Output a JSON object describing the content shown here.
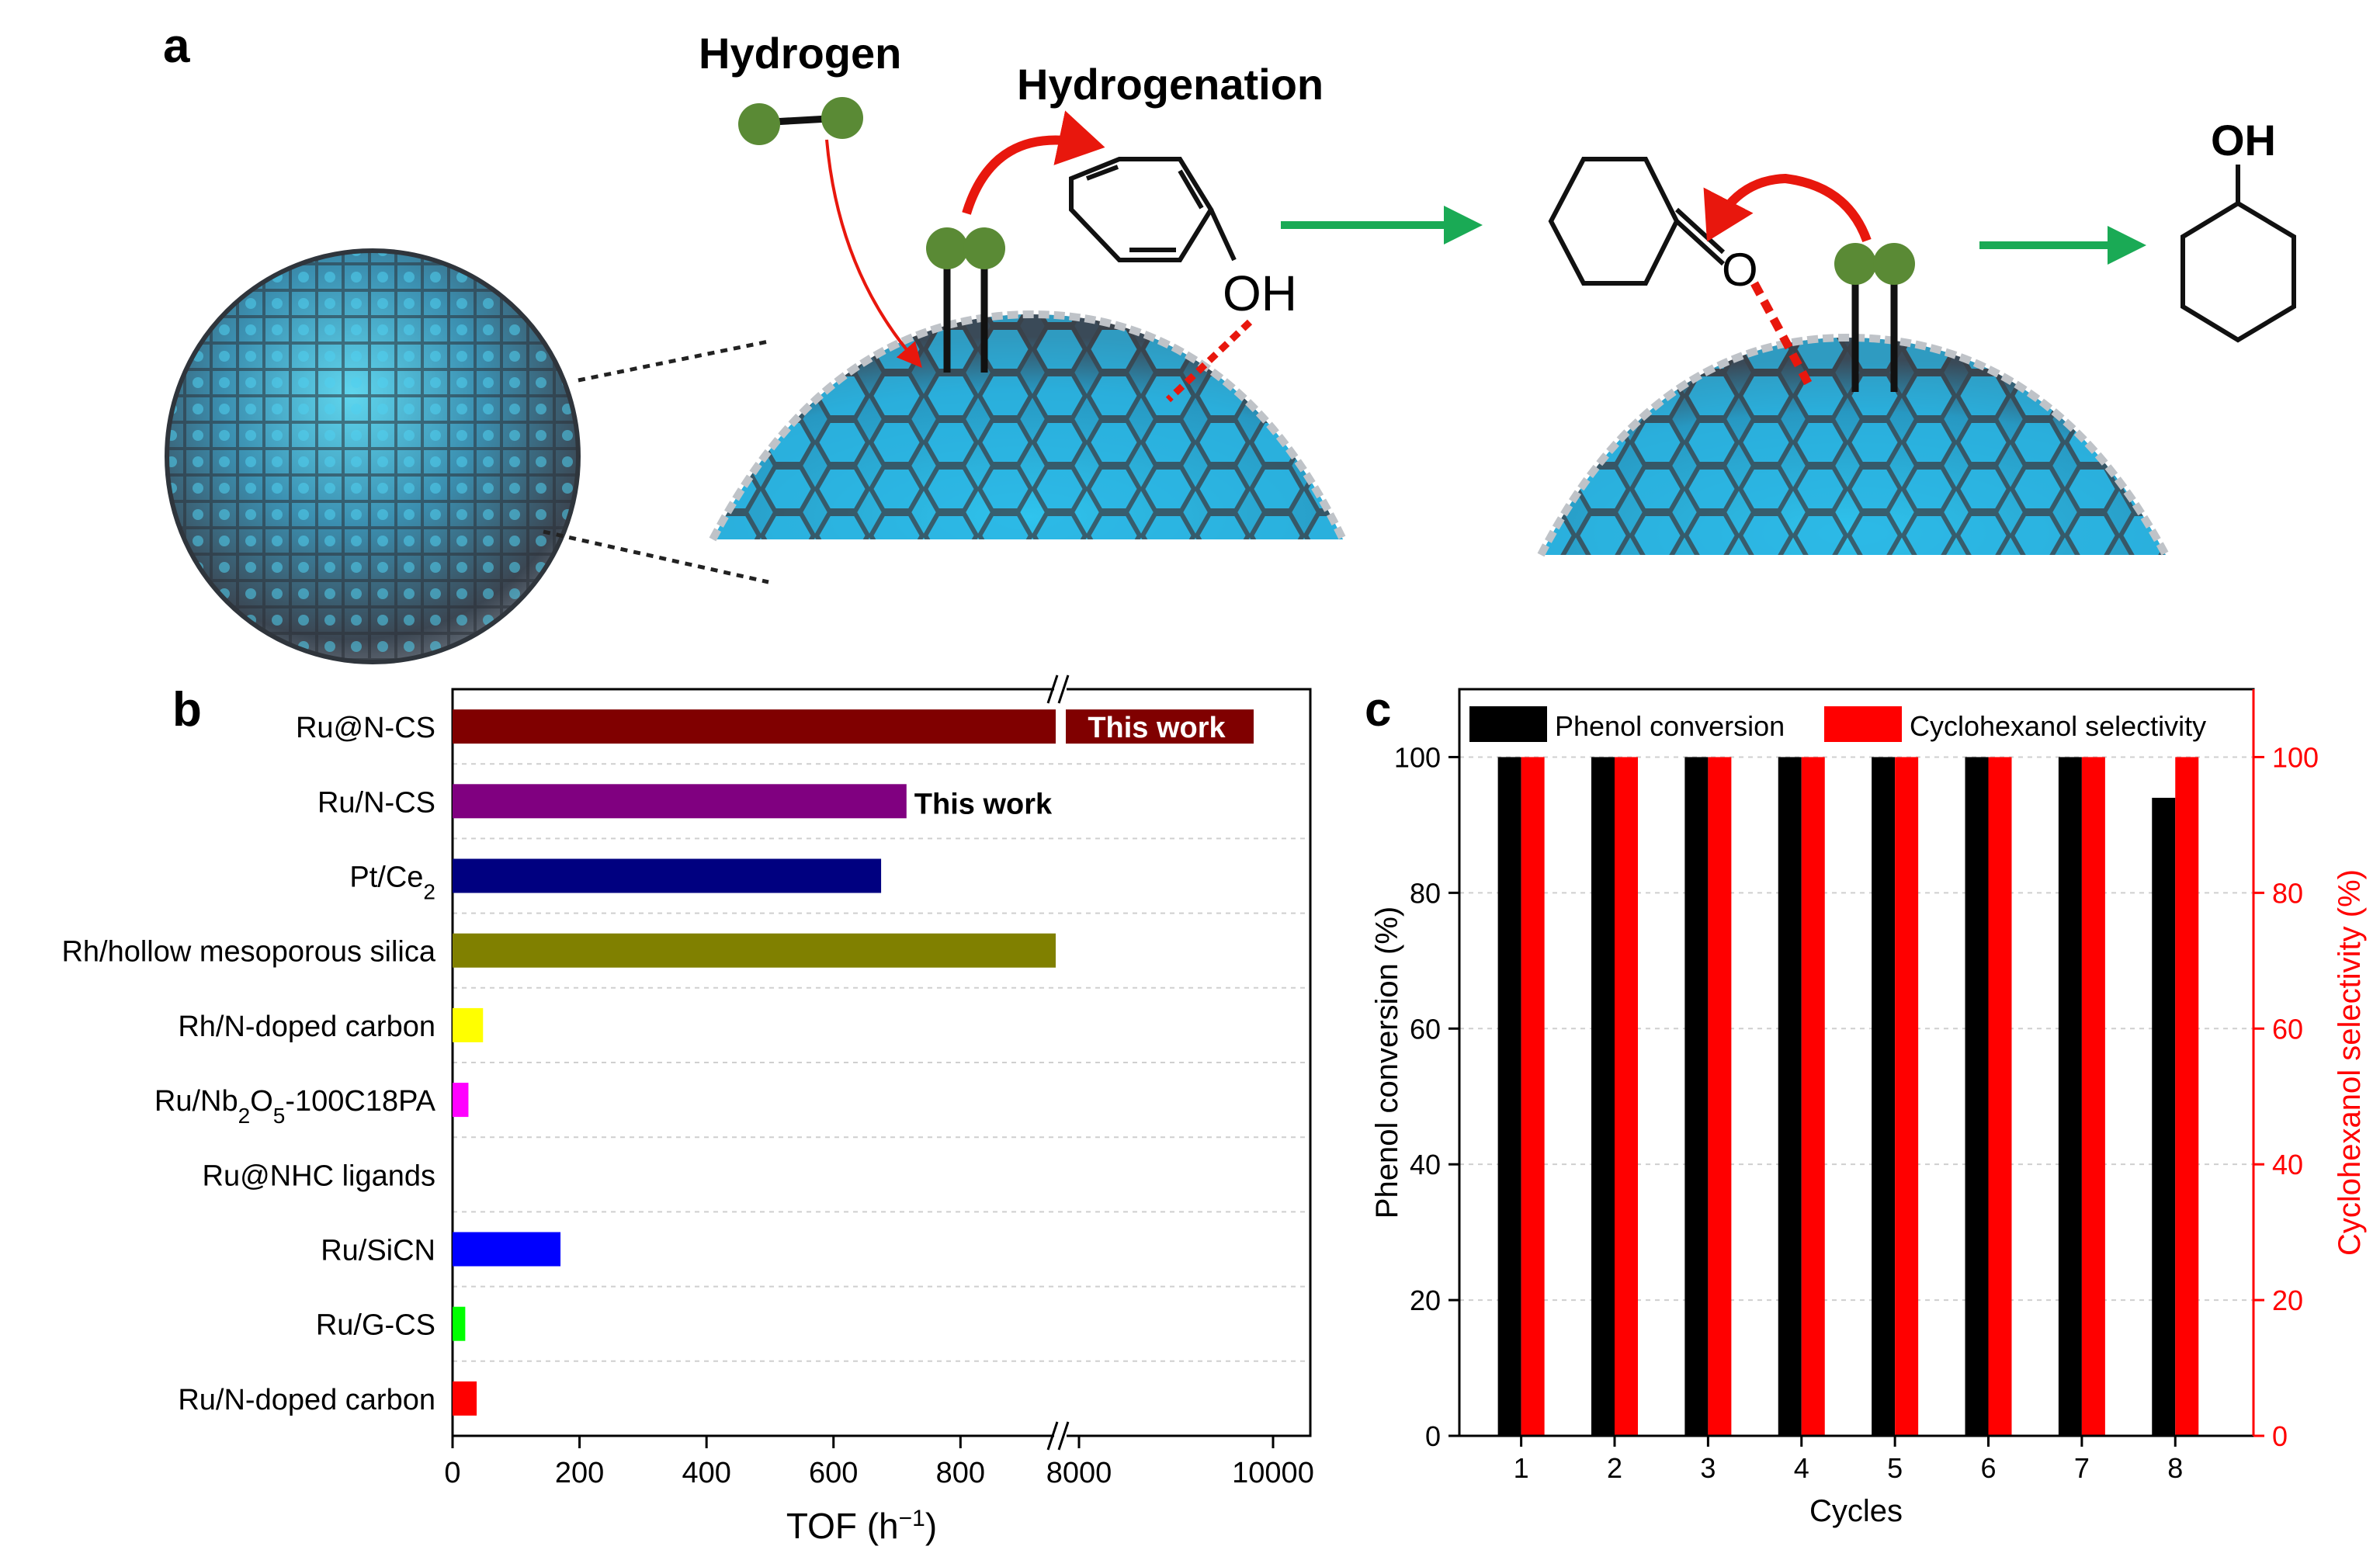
{
  "panel_a": {
    "label": "a",
    "hydrogen_label": "Hydrogen",
    "hydrogenation_label": "Hydrogenation",
    "phenol_oh": "OH",
    "ketone_o": "O",
    "cyclohexanol_oh": "OH"
  },
  "colors": {
    "green_arrow": "#1aaa55",
    "red_arrow": "#e8170d",
    "h_atom": "#5a8a35",
    "sphere_blue": "#27b7e0",
    "shell_gray": "#4d525a"
  },
  "chart_data": [
    {
      "panel": "b",
      "type": "bar",
      "orientation": "horizontal",
      "xlabel": "TOF (h⁻¹)",
      "x_axis": {
        "segments": [
          [
            0,
            1000
          ],
          [
            7500,
            10000
          ]
        ],
        "break_after": 950,
        "ticks_left": [
          "0",
          "200",
          "400",
          "600",
          "800"
        ],
        "ticks_right": [
          "8000",
          "10000"
        ]
      },
      "categories": [
        "Ru@N-CS",
        "Ru/N-CS",
        "Pt/Ce2",
        "Rh/hollow mesoporous silica",
        "Rh/N-doped carbon",
        "Ru/Nb2O5-100C18PA",
        "Ru@NHC ligands",
        "Ru/SiCN",
        "Ru/G-CS",
        "Ru/N-doped carbon"
      ],
      "values": [
        9800,
        715,
        675,
        980,
        48,
        25,
        0,
        170,
        20,
        38
      ],
      "bar_colors": [
        "#800000",
        "#800080",
        "#000080",
        "#808000",
        "#ffff00",
        "#ff00ff",
        "#ffffff",
        "#0000ff",
        "#00ff00",
        "#ff0000"
      ],
      "annotations": [
        {
          "category": "Ru@N-CS",
          "text": "This work",
          "style": "boxed"
        },
        {
          "category": "Ru/N-CS",
          "text": "This work",
          "style": "plain"
        }
      ],
      "grid": true
    },
    {
      "panel": "c",
      "type": "bar",
      "xlabel": "Cycles",
      "ylabel": "Phenol conversion (%)",
      "y2label": "Cyclohexanol selectivity (%)",
      "ylim": [
        0,
        110
      ],
      "y2lim": [
        0,
        110
      ],
      "yticks": [
        "0",
        "20",
        "40",
        "60",
        "80",
        "100"
      ],
      "categories": [
        "1",
        "2",
        "3",
        "4",
        "5",
        "6",
        "7",
        "8"
      ],
      "series": [
        {
          "name": "Phenol conversion",
          "color": "#000000",
          "values": [
            100,
            100,
            100,
            100,
            100,
            100,
            100,
            94
          ]
        },
        {
          "name": "Cyclohexanol selectivity",
          "color": "#ff0000",
          "values": [
            100,
            100,
            100,
            100,
            100,
            100,
            100,
            100
          ]
        }
      ],
      "legend": "top",
      "grid": true
    }
  ]
}
